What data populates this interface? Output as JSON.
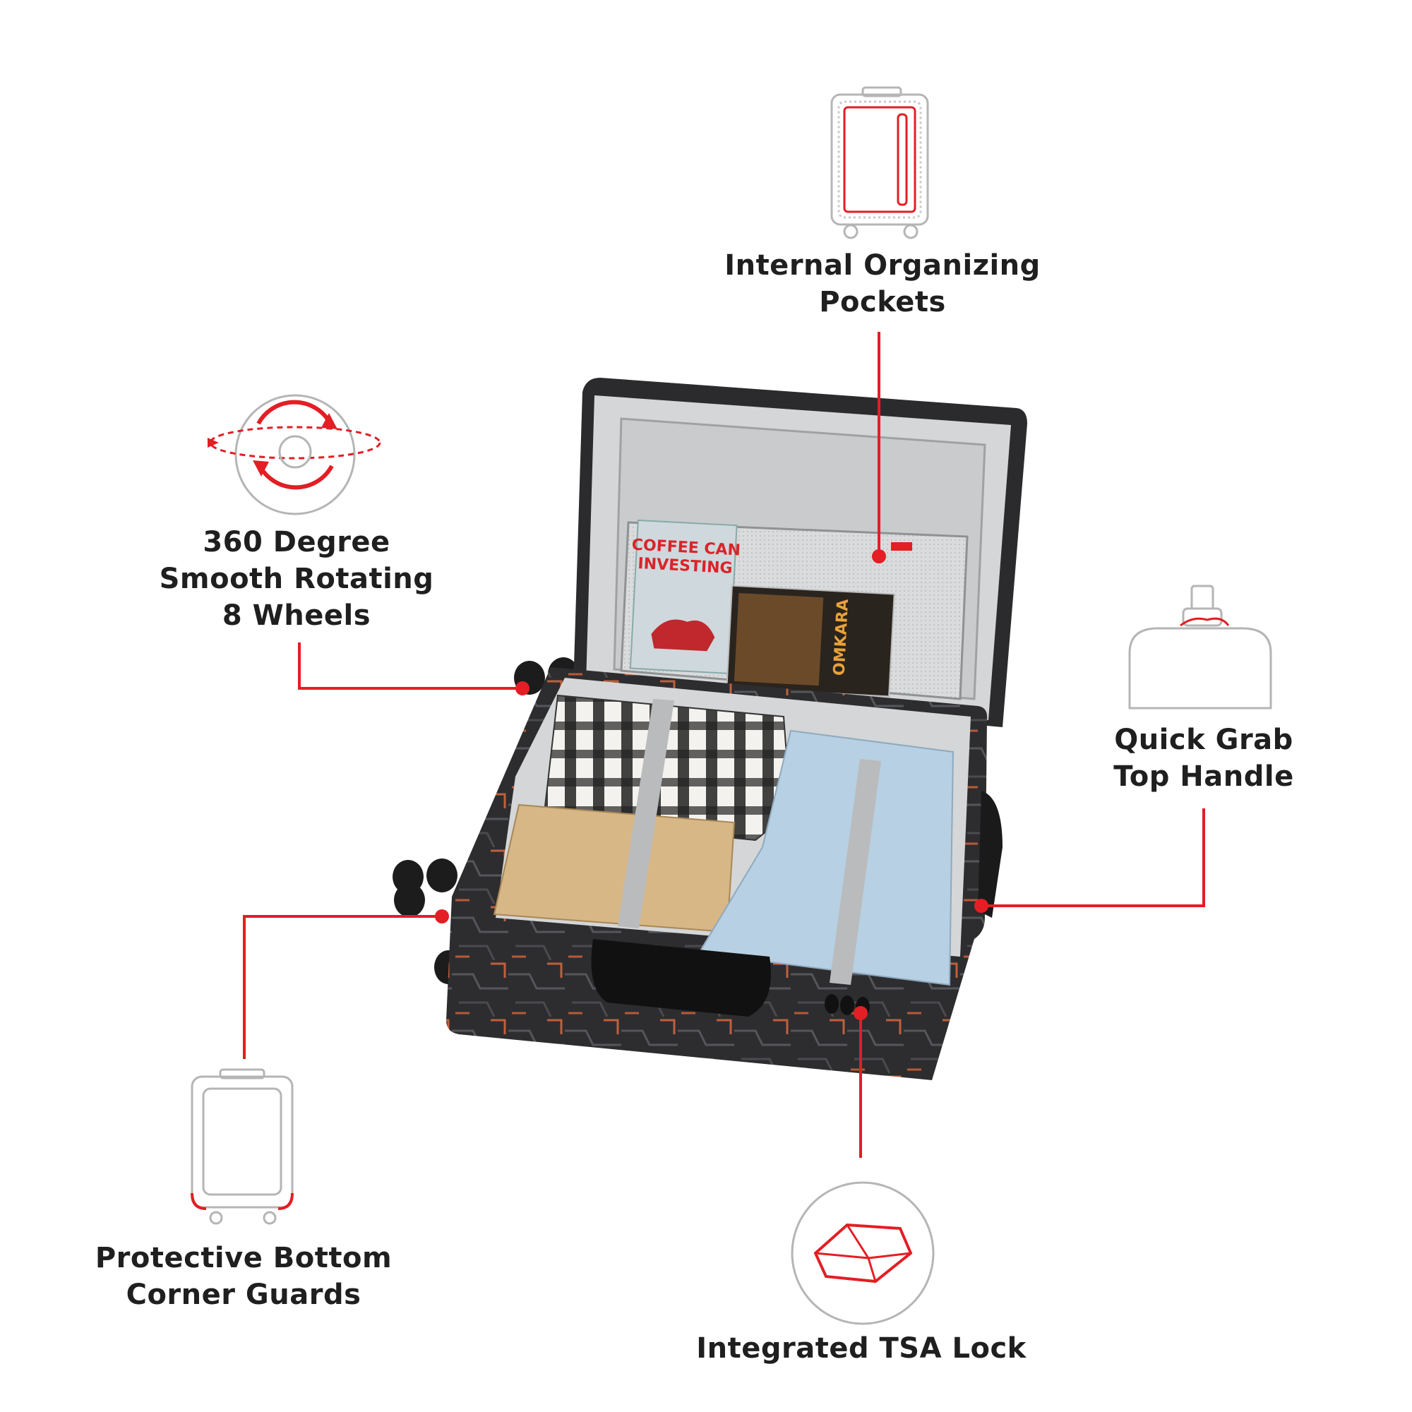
{
  "features": {
    "pockets": {
      "line1": "Internal Organizing",
      "line2": "Pockets",
      "icon": "suitcase-pocket-icon"
    },
    "wheels": {
      "line1": "360 Degree",
      "line2": "Smooth Rotating",
      "line3": "8 Wheels",
      "icon": "rotating-wheel-icon"
    },
    "handle": {
      "line1": "Quick Grab",
      "line2": "Top Handle",
      "icon": "top-handle-icon"
    },
    "corners": {
      "line1": "Protective Bottom",
      "line2": "Corner Guards",
      "icon": "corner-guard-suitcase-icon"
    },
    "lock": {
      "line1": "Integrated TSA Lock",
      "icon": "tsa-lock-cube-icon"
    }
  },
  "product_photo": {
    "book1": {
      "line1": "COFFEE CAN",
      "line2": "INVESTING"
    },
    "book2": {
      "line1": "OMKARA"
    }
  },
  "colors": {
    "accent": "#e31e24",
    "text": "#1f1f1f",
    "icon_outline": "#c8c8c8",
    "lining": "#d4d6d7",
    "shell": "#2b2b2d"
  }
}
